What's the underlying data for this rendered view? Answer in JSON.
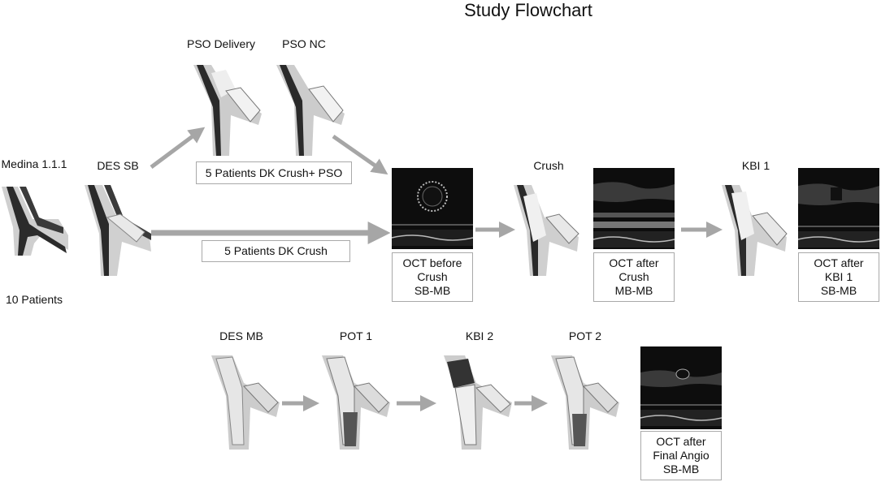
{
  "title": "Study Flowchart",
  "stages": {
    "medina": "Medina 1.1.1",
    "patients": "10 Patients",
    "des_sb": "DES SB",
    "pso_delivery": "PSO Delivery",
    "pso_nc": "PSO NC",
    "crush": "Crush",
    "kbi1": "KBI 1",
    "des_mb": "DES MB",
    "pot1": "POT 1",
    "kbi2": "KBI 2",
    "pot2": "POT 2"
  },
  "groups": {
    "pso_group": "5 Patients DK Crush+ PSO",
    "dk_group": "5 Patients DK Crush"
  },
  "oct_boxes": [
    [
      "OCT before",
      "Crush",
      "SB-MB"
    ],
    [
      "OCT after",
      "Crush",
      "MB-MB"
    ],
    [
      "OCT after",
      "KBI 1",
      "SB-MB"
    ],
    [
      "OCT after",
      "Final Angio",
      "SB-MB"
    ]
  ]
}
